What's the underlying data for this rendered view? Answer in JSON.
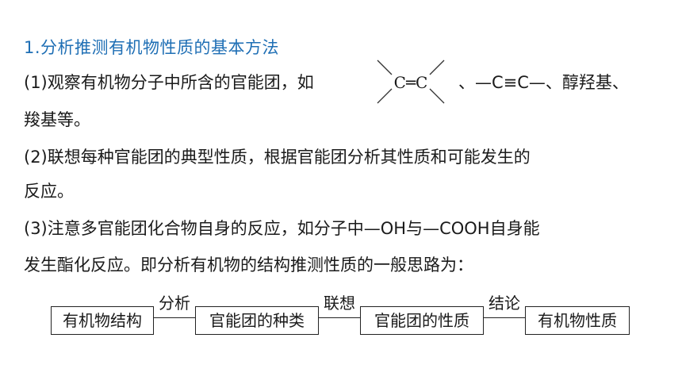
{
  "title": "1.分析推测有机物性质的基本方法",
  "p1": {
    "prefix": "(1)观察有机物分子中所含的官能团，如",
    "structure": "C═C",
    "suffix": "、—C≡C—、醇羟基、",
    "line2": "羧基等。"
  },
  "p2": {
    "line1": "(2)联想每种官能团的典型性质，根据官能团分析其性质和可能发生的",
    "line2": "反应。"
  },
  "p3": {
    "line1": "(3)注意多官能团化合物自身的反应，如分子中—OH与—COOH自身能",
    "line2": "发生酯化反应。即分析有机物的结构推测性质的一般思路为："
  },
  "flow": {
    "boxes": [
      "有机物结构",
      "官能团的种类",
      "官能团的性质",
      "有机物性质"
    ],
    "connectors": [
      "分析",
      "联想",
      "结论"
    ]
  }
}
